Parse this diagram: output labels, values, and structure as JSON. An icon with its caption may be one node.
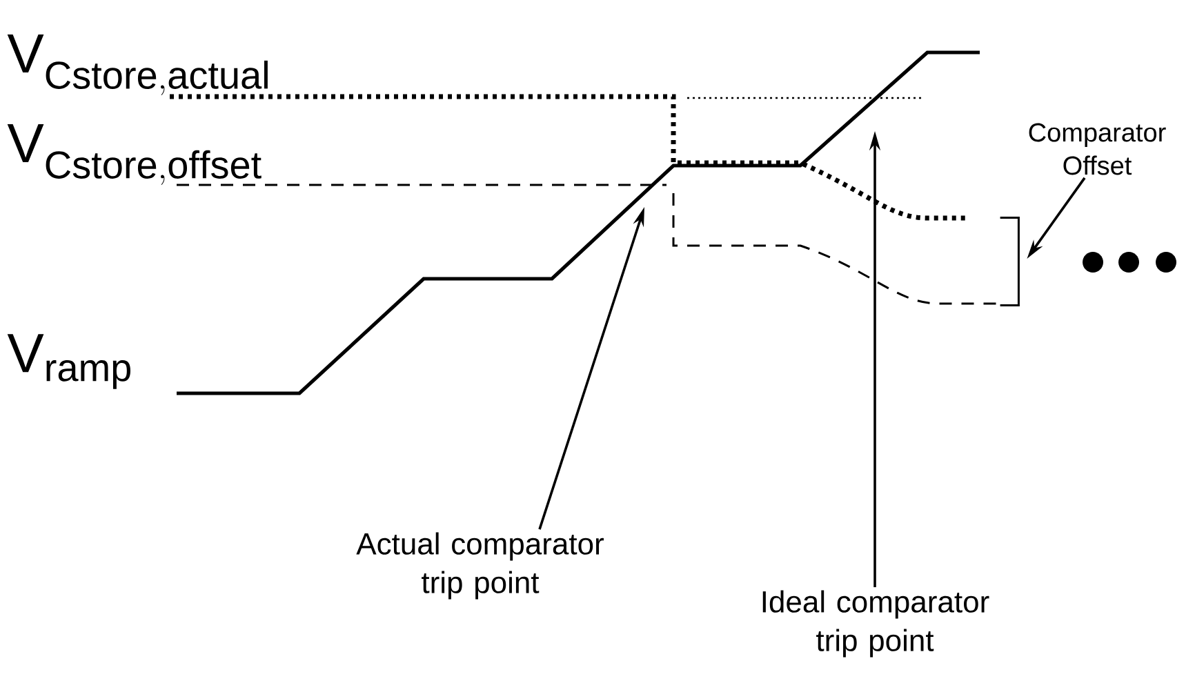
{
  "diagram": {
    "nodes": [
      {
        "text": [
          "Actual comparator trip point"
        ]
      },
      {
        "text": [
          "Ideal comparator trip point"
        ]
      },
      {
        "text": [
          "Comparator Offset"
        ]
      },
      {
        "text": [],
        "shape": "bracket"
      }
    ],
    "edges": [
      {
        "from": 0,
        "to": null,
        "arrow": "to"
      },
      {
        "from": 1,
        "to": null,
        "arrow": "to"
      },
      {
        "from": 2,
        "to": 3,
        "arrow": "to"
      }
    ],
    "labels": [
      "\\mathrm{V}_{\\mathrm{Cstore,actual}}",
      "\\mathrm{V}_{\\mathrm{Cstore,offset}}",
      "\\mathrm{V}_{\\mathrm{ramp}}"
    ]
  }
}
